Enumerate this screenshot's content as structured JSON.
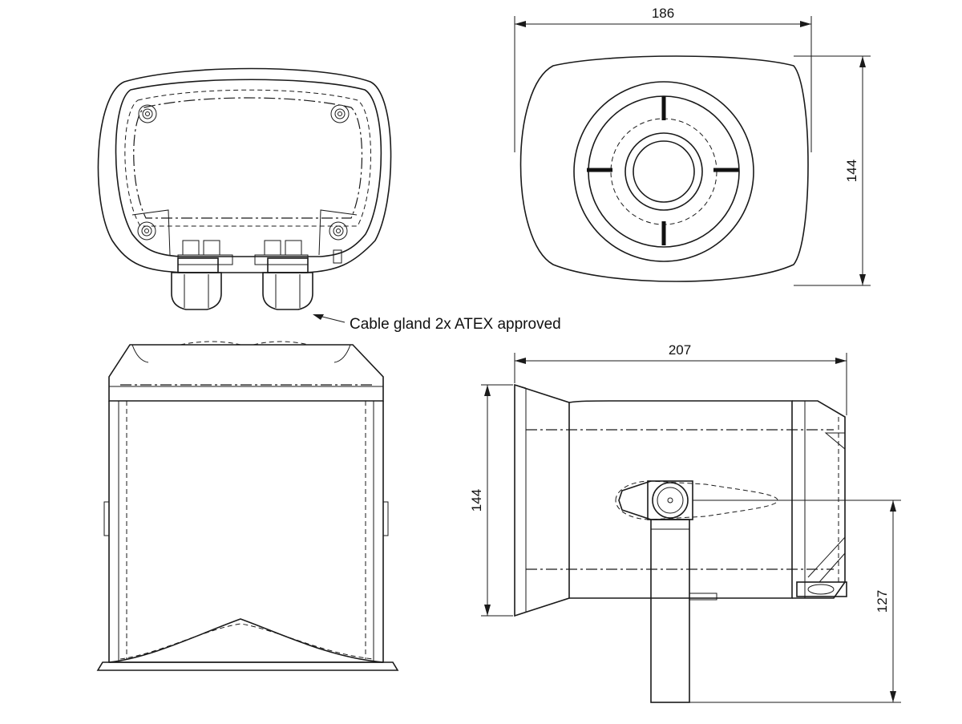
{
  "dimensions": {
    "width_front": "186",
    "height_front": "144",
    "depth_side": "207",
    "height_side": "144",
    "mount_height": "127"
  },
  "annotations": {
    "cable_gland": "Cable gland 2x ATEX approved"
  }
}
